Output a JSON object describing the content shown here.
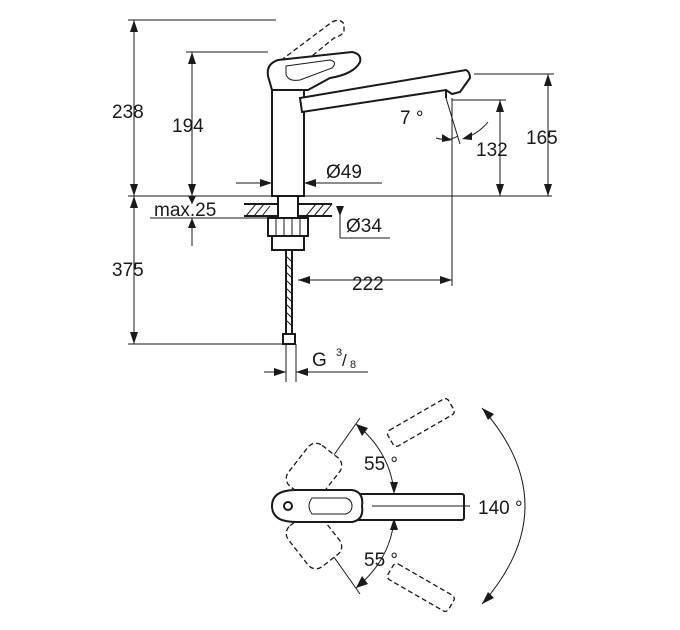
{
  "dimensions": {
    "overall_height": "238",
    "body_height": "194",
    "spout_angle": "7",
    "spout_angle_unit": "°",
    "outlet_height": "132",
    "spout_height": "165",
    "base_diameter": "Ø49",
    "deck_thickness": "max.25",
    "hole_diameter": "Ø34",
    "hose_length": "375",
    "spout_reach": "222",
    "thread_prefix": "G",
    "thread_num": "3",
    "thread_den": "8"
  },
  "plan_view": {
    "upper_angle": "55",
    "lower_angle": "55",
    "total_angle": "140",
    "degree_unit": "°"
  }
}
